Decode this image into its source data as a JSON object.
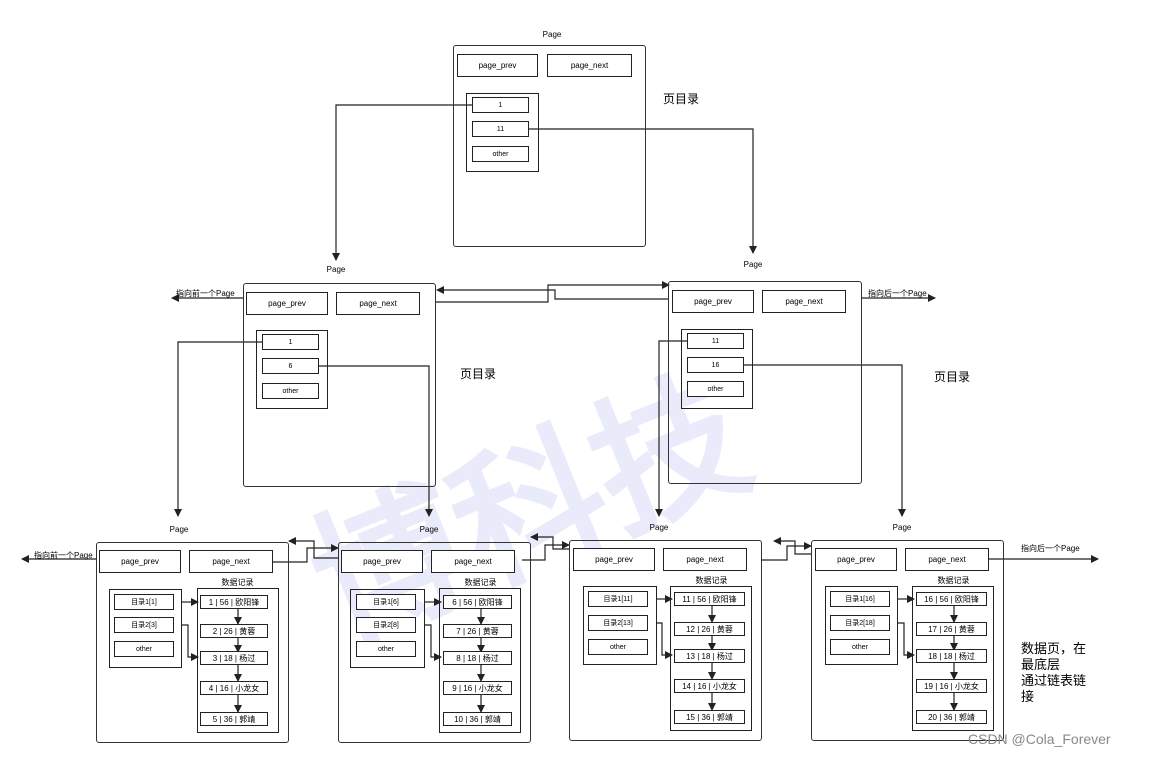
{
  "labels": {
    "page": "Page",
    "page_prev": "page_prev",
    "page_next": "page_next",
    "other": "other",
    "page_directory": "页目录",
    "data_records": "数据记录",
    "prev_page_link": "指向前一个Page",
    "next_page_link": "指向后一个Page"
  },
  "root": {
    "slots": [
      "1",
      "11",
      "other"
    ]
  },
  "mid_pages": [
    {
      "slots": [
        "1",
        "6",
        "other"
      ]
    },
    {
      "slots": [
        "11",
        "16",
        "other"
      ]
    }
  ],
  "leaf_pages": [
    {
      "dirs": [
        "目录1[1]",
        "目录2[3]",
        "other"
      ],
      "records": [
        "1 | 56 | 欧阳锋",
        "2 | 26 | 黄蓉",
        "3 | 18 | 杨过",
        "4 | 16 | 小龙女",
        "5 | 36 | 郭靖"
      ]
    },
    {
      "dirs": [
        "目录1[6]",
        "目录2[8]",
        "other"
      ],
      "records": [
        "6 | 56 | 欧阳锋",
        "7 | 26 | 黄蓉",
        "8 | 18 | 杨过",
        "9 | 16 | 小龙女",
        "10 | 36 | 郭靖"
      ]
    },
    {
      "dirs": [
        "目录1[11]",
        "目录2[13]",
        "other"
      ],
      "records": [
        "11 | 56 | 欧阳锋",
        "12 | 26 | 黄蓉",
        "13 | 18 | 杨过",
        "14 | 16 | 小龙女",
        "15 | 36 | 郭靖"
      ]
    },
    {
      "dirs": [
        "目录1[16]",
        "目录2[18]",
        "other"
      ],
      "records": [
        "16 | 56 | 欧阳锋",
        "17 | 26 | 黄蓉",
        "18 | 18 | 杨过",
        "19 | 16 | 小龙女",
        "20 | 36 | 郭靖"
      ]
    }
  ],
  "note_lines": [
    "数据页，在",
    "最底层",
    "通过链表链",
    "接"
  ],
  "credit": "CSDN @Cola_Forever",
  "watermark": "博科技"
}
